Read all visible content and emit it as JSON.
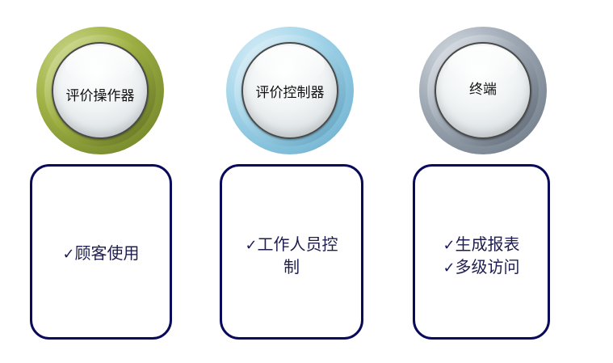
{
  "columns": [
    {
      "label": "评价操作器",
      "color": "green",
      "items": [
        "顾客使用"
      ]
    },
    {
      "label": "评价控制器",
      "color": "blue",
      "items": [
        "工作人员控"
      ],
      "item_continuation": "制"
    },
    {
      "label": "终端",
      "color": "gray",
      "items": [
        "生成报表",
        "多级访问"
      ]
    }
  ],
  "check_glyph": "✓",
  "colors": {
    "green": "#9fb043",
    "blue": "#8ec7e0",
    "gray": "#8a95a2",
    "card_border": "#0a0a5a",
    "text": "#1e1e4e"
  }
}
